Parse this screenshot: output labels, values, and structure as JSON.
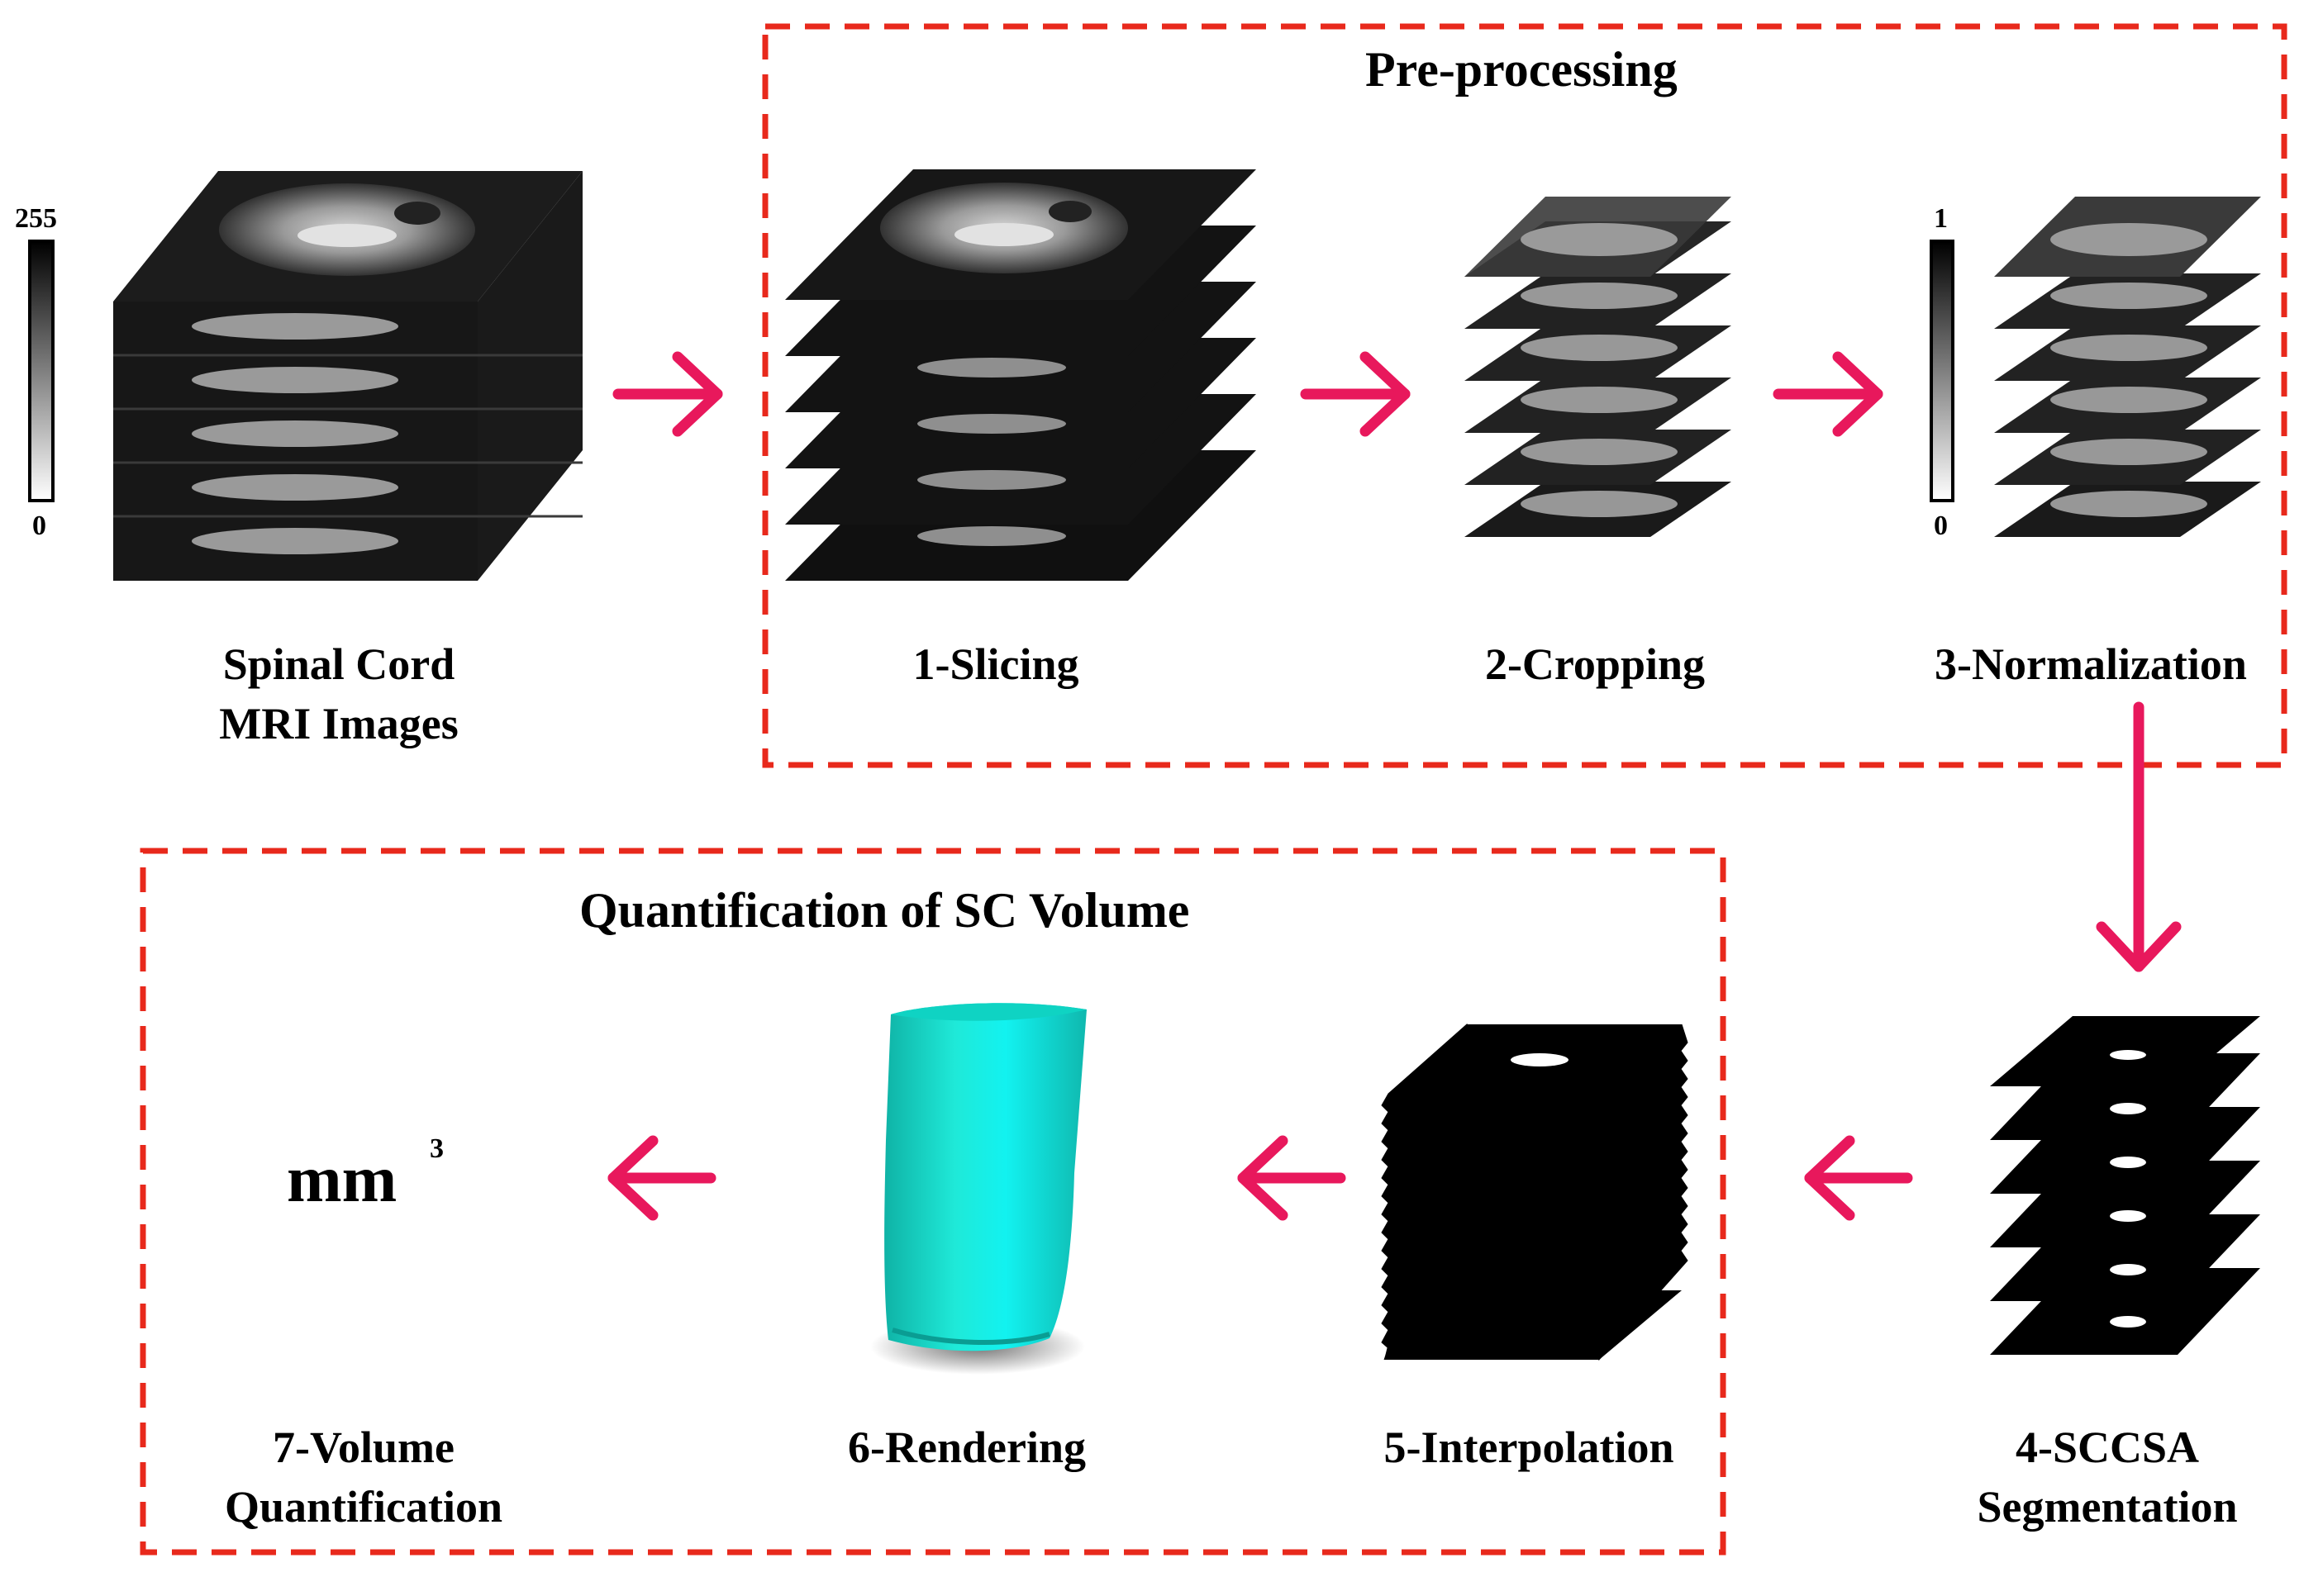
{
  "colors": {
    "dash_border": "#e8291c",
    "arrow": "#e8185c",
    "slice_dark": "#0b0b0b",
    "render_cyan": "#16e0cf"
  },
  "input": {
    "label_line1": "Spinal Cord",
    "label_line2": "MRI Images",
    "scale_max": "255",
    "scale_min": "0"
  },
  "preprocessing": {
    "title": "Pre-processing",
    "steps": [
      {
        "label": "1-Slicing"
      },
      {
        "label": "2-Cropping"
      },
      {
        "label": "3-Normalization",
        "scale_max": "1",
        "scale_min": "0"
      }
    ]
  },
  "segmentation": {
    "label_line1": "4-SCCSA",
    "label_line2": "Segmentation"
  },
  "quantification": {
    "title": "Quantification of SC Volume",
    "steps": [
      {
        "label": "5-Interpolation"
      },
      {
        "label": "6-Rendering"
      },
      {
        "label_line1": "7-Volume",
        "label_line2": "Quantification"
      }
    ],
    "unit": "mm",
    "unit_exponent": "3"
  },
  "icons": [
    "mri-volume-icon",
    "sliced-stack-icon",
    "cropped-stack-icon",
    "normalized-stack-icon",
    "segmentation-mask-stack-icon",
    "interpolated-mask-stack-icon",
    "rendered-cord-icon",
    "grayscale-colorbar-icon",
    "arrow-right-icon",
    "arrow-down-icon",
    "arrow-left-icon"
  ]
}
